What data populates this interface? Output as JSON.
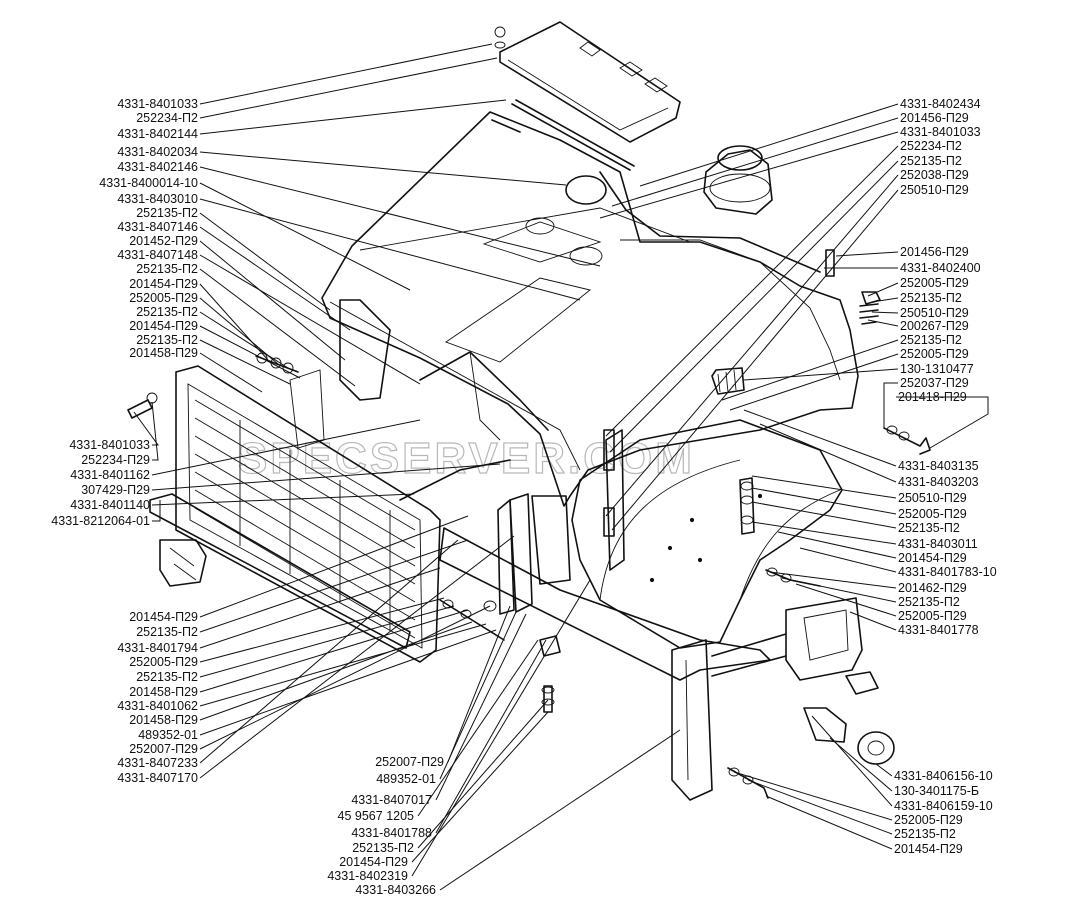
{
  "watermark": "SPECSERVER.COM",
  "labels_left_upper": [
    "4331-8401033",
    "252234-П2",
    "4331-8402144",
    "4331-8402034",
    "4331-8402146",
    "4331-8400014-10",
    "4331-8403010",
    "252135-П2",
    "4331-8407146",
    "201452-П29",
    "4331-8407148",
    "252135-П2",
    "201454-П29",
    "252005-П29",
    "252135-П2",
    "201454-П29",
    "252135-П2",
    "201458-П29"
  ],
  "labels_left_middle": [
    "4331-8401033",
    "252234-П29",
    "4331-8401162",
    "307429-П29",
    "4331-8401140",
    "4331-8212064-01"
  ],
  "labels_left_lower": [
    "201454-П29",
    "252135-П2",
    "4331-8401794",
    "252005-П29",
    "252135-П2",
    "201458-П29",
    "4331-8401062",
    "201458-П29",
    "489352-01",
    "252007-П29",
    "4331-8407233",
    "4331-8407170"
  ],
  "labels_bottom_center": [
    "252007-П29",
    "489352-01",
    "4331-8407017",
    "45 9567 1205",
    "4331-8401788",
    "252135-П2",
    "201454-П29",
    "4331-8402319",
    "4331-8403266"
  ],
  "labels_right_upper": [
    "4331-8402434",
    "201456-П29",
    "4331-8401033",
    "252234-П2",
    "252135-П2",
    "252038-П29",
    "250510-П29"
  ],
  "labels_right_middle": [
    "201456-П29",
    "4331-8402400",
    "252005-П29",
    "252135-П2",
    "250510-П29",
    "200267-П29",
    "252135-П2",
    "252005-П29",
    "130-1310477",
    "252037-П29",
    "201418-П29"
  ],
  "labels_right_lower": [
    "4331-8403135",
    "4331-8403203",
    "250510-П29",
    "252005-П29",
    "252135-П2",
    "4331-8403011",
    "201454-П29",
    "4331-8401783-10",
    "201462-П29",
    "252135-П2",
    "252005-П29",
    "4331-8401778"
  ],
  "labels_right_bottom": [
    "4331-8406156-10",
    "130-3401175-Б",
    "4331-8406159-10",
    "252005-П29",
    "252135-П2",
    "201454-П29"
  ]
}
